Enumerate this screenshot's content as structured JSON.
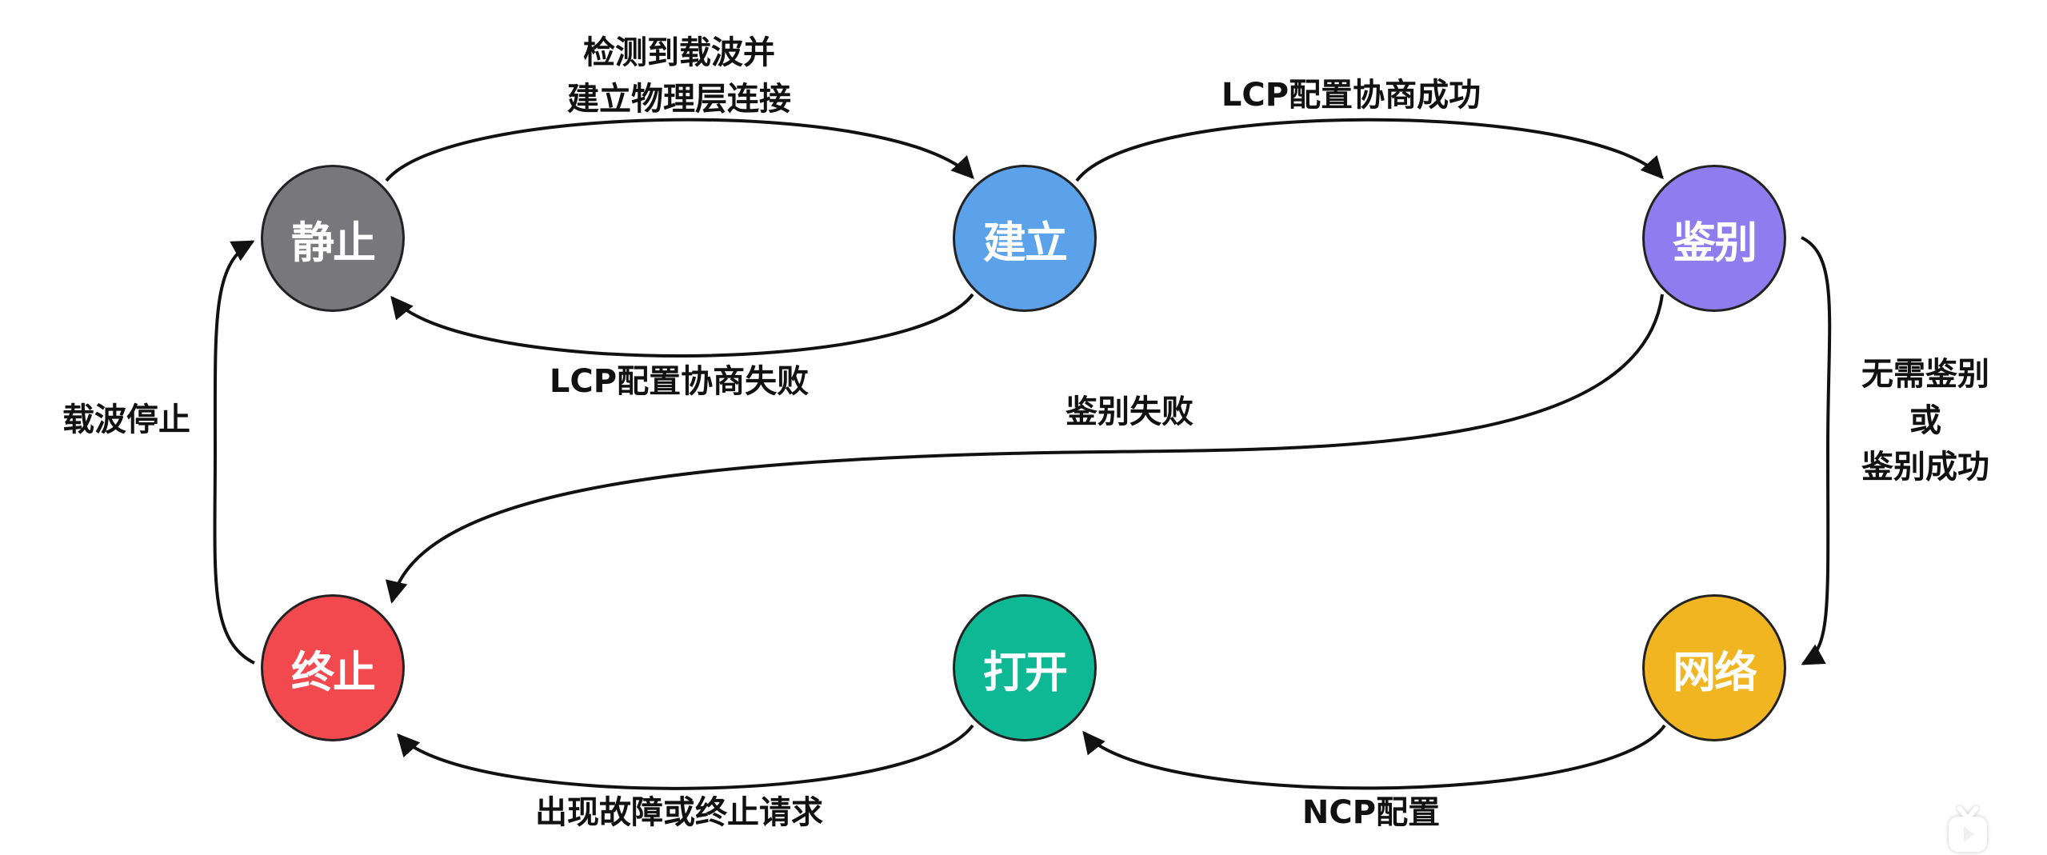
{
  "states": [
    {
      "id": "quiescent",
      "label": "静止",
      "color": "#78777c"
    },
    {
      "id": "establish",
      "label": "建立",
      "color": "#5ba2ea"
    },
    {
      "id": "authenticate",
      "label": "鉴别",
      "color": "#8f7df0"
    },
    {
      "id": "terminate",
      "label": "终止",
      "color": "#f2494f"
    },
    {
      "id": "open",
      "label": "打开",
      "color": "#0fb894"
    },
    {
      "id": "network",
      "label": "网络",
      "color": "#f0b521"
    }
  ],
  "transitions": {
    "quiescent_to_establish": {
      "line1": "检测到载波并",
      "line2": "建立物理层连接"
    },
    "establish_to_authenticate": "LCP配置协商成功",
    "establish_to_quiescent": "LCP配置协商失败",
    "authenticate_to_terminate": "鉴别失败",
    "terminate_to_quiescent": "载波停止",
    "authenticate_to_network": {
      "line1": "无需鉴别",
      "line2": "或",
      "line3": "鉴别成功"
    },
    "open_to_terminate": "出现故障或终止请求",
    "network_to_open": "NCP配置"
  }
}
